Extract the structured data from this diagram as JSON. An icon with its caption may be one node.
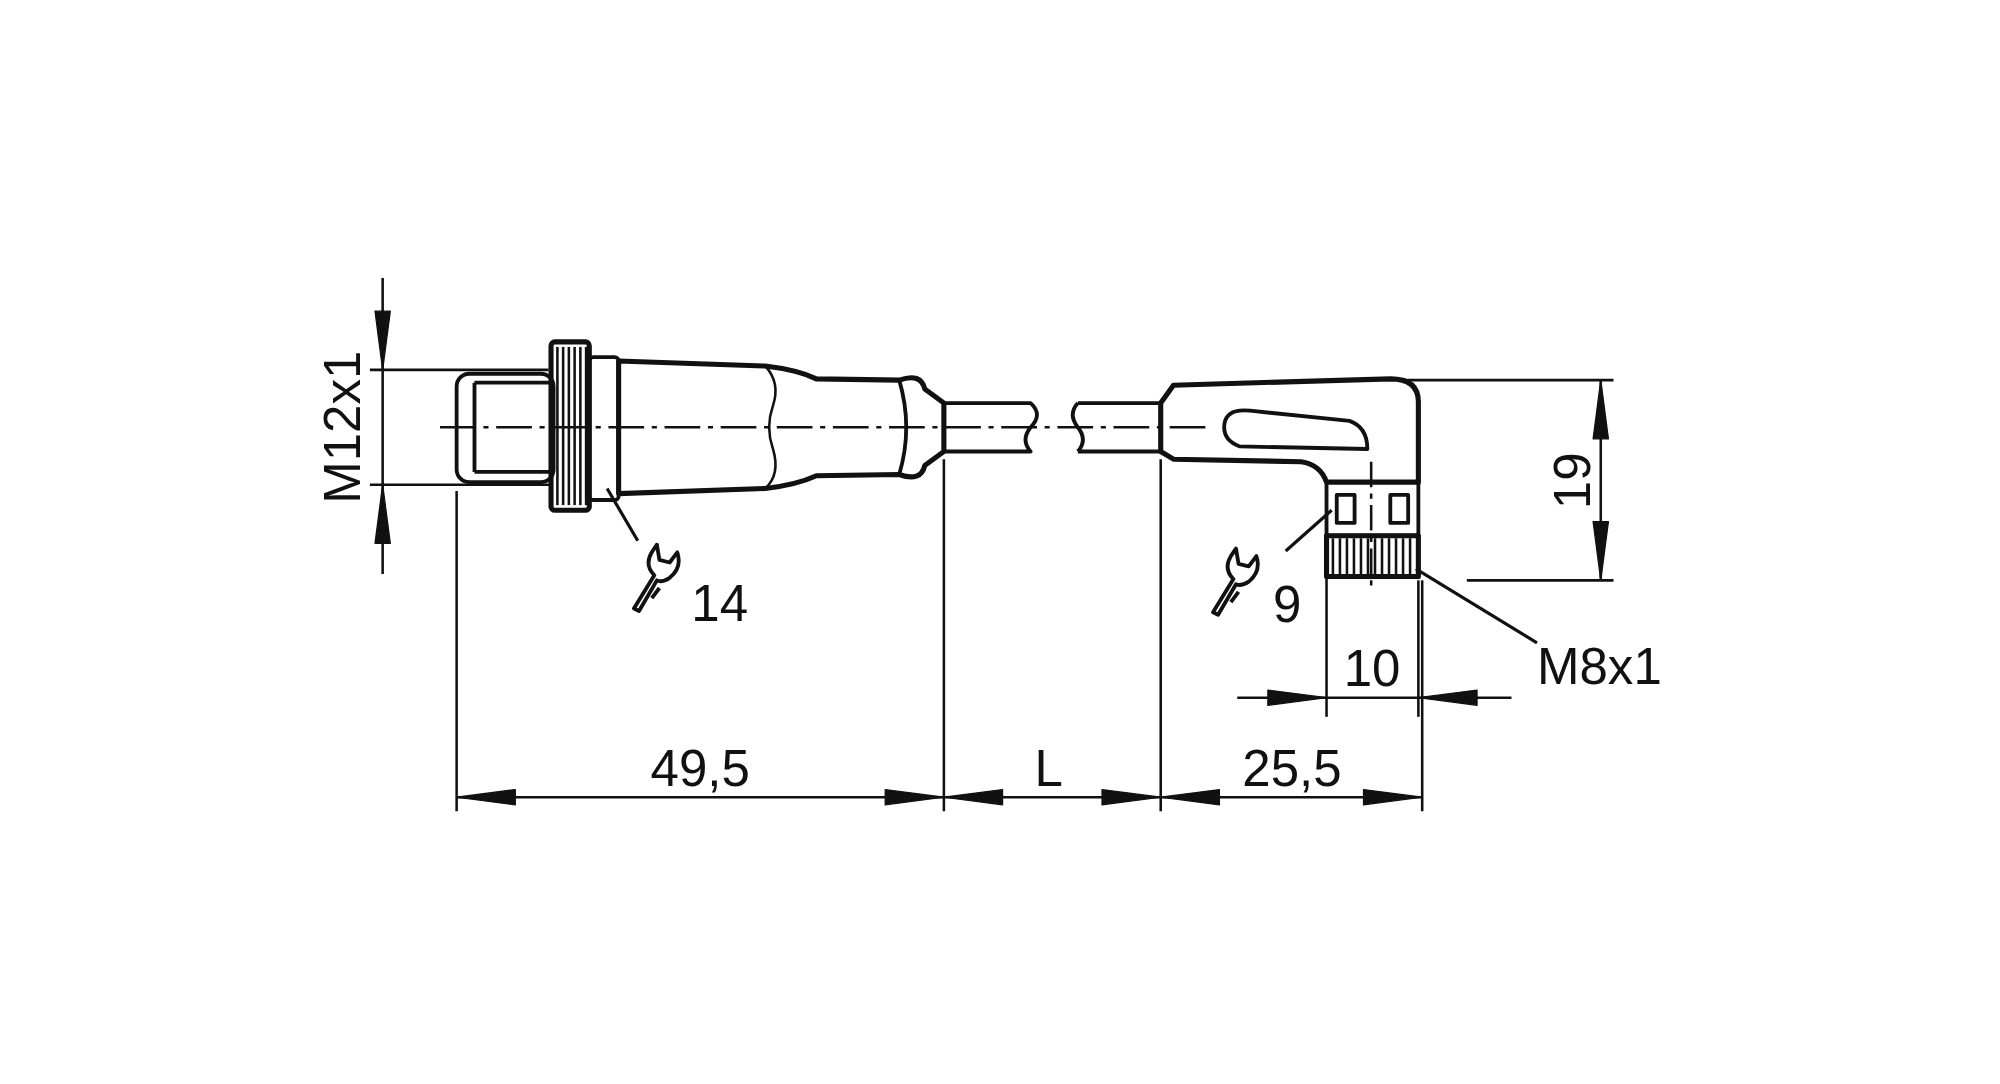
{
  "diagram": {
    "nodes": [
      {
        "text": [
          "14"
        ]
      },
      {
        "text": [
          "9"
        ]
      },
      {
        "text": [
          "M8x1"
        ]
      }
    ],
    "edges": [
      {
        "from": 0,
        "to": null,
        "arrow": "none"
      },
      {
        "from": 1,
        "to": null,
        "arrow": "none"
      },
      {
        "from": 2,
        "to": null,
        "arrow": "none"
      }
    ],
    "labels": [
      "M12x1",
      "19",
      "10",
      "49,5",
      "L",
      "25,5"
    ]
  }
}
